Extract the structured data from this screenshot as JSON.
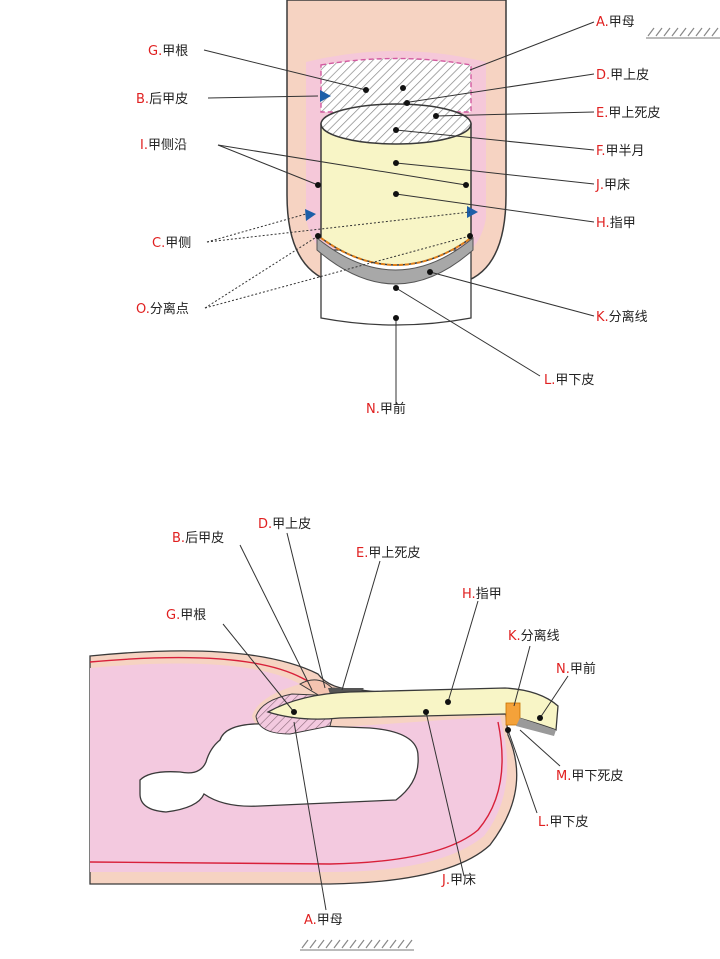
{
  "diagram_top": {
    "labels": {
      "A": {
        "letter": "A.",
        "text": "甲母"
      },
      "G": {
        "letter": "G.",
        "text": "甲根"
      },
      "D": {
        "letter": "D.",
        "text": "甲上皮"
      },
      "B": {
        "letter": "B.",
        "text": "后甲皮"
      },
      "E": {
        "letter": "E.",
        "text": "甲上死皮"
      },
      "I": {
        "letter": "I.",
        "text": "甲侧沿"
      },
      "F": {
        "letter": "F.",
        "text": "甲半月"
      },
      "J": {
        "letter": "J.",
        "text": "甲床"
      },
      "H": {
        "letter": "H.",
        "text": "指甲"
      },
      "C": {
        "letter": "C.",
        "text": "甲侧"
      },
      "O": {
        "letter": "O.",
        "text": "分离点"
      },
      "K": {
        "letter": "K.",
        "text": "分离线"
      },
      "L": {
        "letter": "L.",
        "text": "甲下皮"
      },
      "N": {
        "letter": "N.",
        "text": "甲前"
      }
    }
  },
  "diagram_side": {
    "labels": {
      "D": {
        "letter": "D.",
        "text": "甲上皮"
      },
      "B": {
        "letter": "B.",
        "text": "后甲皮"
      },
      "E": {
        "letter": "E.",
        "text": "甲上死皮"
      },
      "H": {
        "letter": "H.",
        "text": "指甲"
      },
      "G": {
        "letter": "G.",
        "text": "甲根"
      },
      "K": {
        "letter": "K.",
        "text": "分离线"
      },
      "N": {
        "letter": "N.",
        "text": "甲前"
      },
      "M": {
        "letter": "M.",
        "text": "甲下死皮"
      },
      "L": {
        "letter": "L.",
        "text": "甲下皮"
      },
      "J": {
        "letter": "J.",
        "text": "甲床"
      },
      "A": {
        "letter": "A.",
        "text": "甲母"
      }
    }
  },
  "colors": {
    "label_letter": "#e02020",
    "finger_skin": "#f6d3c2",
    "nail_plate": "#f8f5c6",
    "tissue_pink": "#f3c9df",
    "hatch": "#777777",
    "separation_band": "#f4a23a"
  }
}
